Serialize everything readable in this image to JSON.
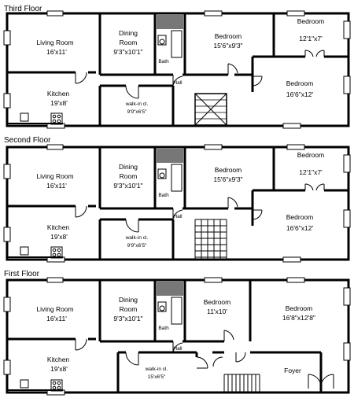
{
  "floors": [
    {
      "title": "Third Floor",
      "rooms": {
        "living_name": "Living Room",
        "living_dim": "16'x11'",
        "kitchen_name": "Kitchen",
        "kitchen_dim": "19'x8'",
        "dining_name": "Dining",
        "dining_name2": "Room",
        "dining_dim": "9'3\"x10'1\"",
        "bath_name": "Bath",
        "walkin_name": "walk-in cl.",
        "walkin_dim": "9'9\"x6'5\"",
        "hall_name": "Hall",
        "bed_a_name": "Bedroom",
        "bed_a_dim": "15'6\"x9'3\"",
        "bed_b_name": "Bedroom",
        "bed_b_dim": "12'1\"x7'",
        "bed_c_name": "Bedroom",
        "bed_c_dim": "16'6\"x12'"
      }
    },
    {
      "title": "Second Floor",
      "rooms": {
        "living_name": "Living Room",
        "living_dim": "16'x11'",
        "kitchen_name": "Kitchen",
        "kitchen_dim": "19'x8'",
        "dining_name": "Dining",
        "dining_name2": "Room",
        "dining_dim": "9'3\"x10'1\"",
        "bath_name": "Bath",
        "walkin_name": "walk-in cl.",
        "walkin_dim": "9'9\"x6'5\"",
        "hall_name": "Hall",
        "bed_a_name": "Bedroom",
        "bed_a_dim": "15'6\"x9'3\"",
        "bed_b_name": "Bedroom",
        "bed_b_dim": "12'1\"x7'",
        "bed_c_name": "Bedroom",
        "bed_c_dim": "16'6\"x12'"
      }
    },
    {
      "title": "First Floor",
      "rooms": {
        "living_name": "Living Room",
        "living_dim": "16'x11'",
        "kitchen_name": "Kitchen",
        "kitchen_dim": "19'x8'",
        "dining_name": "Dining",
        "dining_name2": "Room",
        "dining_dim": "9'3\"x10'1\"",
        "bath_name": "Bath",
        "walkin_name": "walk-in cl.",
        "walkin_dim": "15'x6'5\"",
        "hall_name": "Hall",
        "bed_a_name": "Bedroom",
        "bed_a_dim": "11'x10'",
        "bed_b_name": "Bedroom",
        "bed_b_dim": "16'8\"x12'8\"",
        "foyer_name": "Foyer"
      }
    }
  ],
  "colors": {
    "wall": "#000000",
    "background": "#ffffff",
    "fixture_fill": "#777777"
  }
}
